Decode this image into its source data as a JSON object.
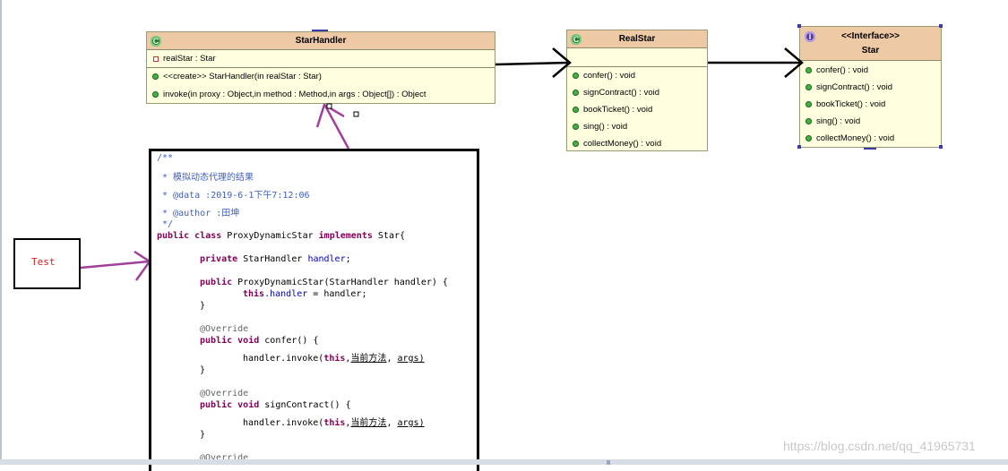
{
  "diagram": {
    "star_handler": {
      "icon": "class-icon",
      "title": "StarHandler",
      "attribute": "realStar : Star",
      "methods": [
        "<<create>> StarHandler(in realStar : Star)",
        "invoke(in proxy : Object,in method : Method,in args : Object[]) : Object"
      ]
    },
    "real_star": {
      "icon": "class-icon",
      "title": "RealStar",
      "methods": [
        "confer() : void",
        "signContract() : void",
        "bookTicket() : void",
        "sing() : void",
        "collectMoney() : void"
      ]
    },
    "star_interface": {
      "icon": "interface-icon",
      "stereotype": "<<Interface>>",
      "title": "Star",
      "methods": [
        "confer() : void",
        "signContract() : void",
        "bookTicket() : void",
        "sing() : void",
        "collectMoney() : void"
      ]
    },
    "test_box": {
      "label": "Test"
    },
    "code": {
      "comment_open": "/**",
      "comment_desc": " * 模拟动态代理的结果",
      "comment_data": " * @data :2019-6-1下午7:12:06",
      "comment_author": " * @author :田坤",
      "comment_close": " */",
      "kw_public": "public",
      "kw_class": "class",
      "kw_implements": "implements",
      "kw_private": "private",
      "kw_this": "this",
      "kw_void": "void",
      "class_name": "ProxyDynamicStar",
      "interface_name": "Star{",
      "field_type": "StarHandler",
      "field_name": "handler",
      "semicolon": ";",
      "ctor_sig": "ProxyDynamicStar(StarHandler handler) {",
      "assign_field": ".handler",
      "assign_value": " = handler;",
      "close_brace": "}",
      "annotation": "@Override",
      "method1": "confer() {",
      "method2": "signContract() {",
      "invoke_prefix": "handler.invoke(",
      "invoke_comma": ",",
      "invoke_arg": "当前方法",
      "invoke_sep": ", ",
      "invoke_args": "args)"
    },
    "colors": {
      "header_fill": "#edc9a6",
      "body_fill": "#ffffe0",
      "arrow_black": "#000000",
      "arrow_purple": "#a0409c",
      "test_label": "#d02020"
    }
  },
  "watermark": "https://blog.csdn.net/qq_41965731"
}
